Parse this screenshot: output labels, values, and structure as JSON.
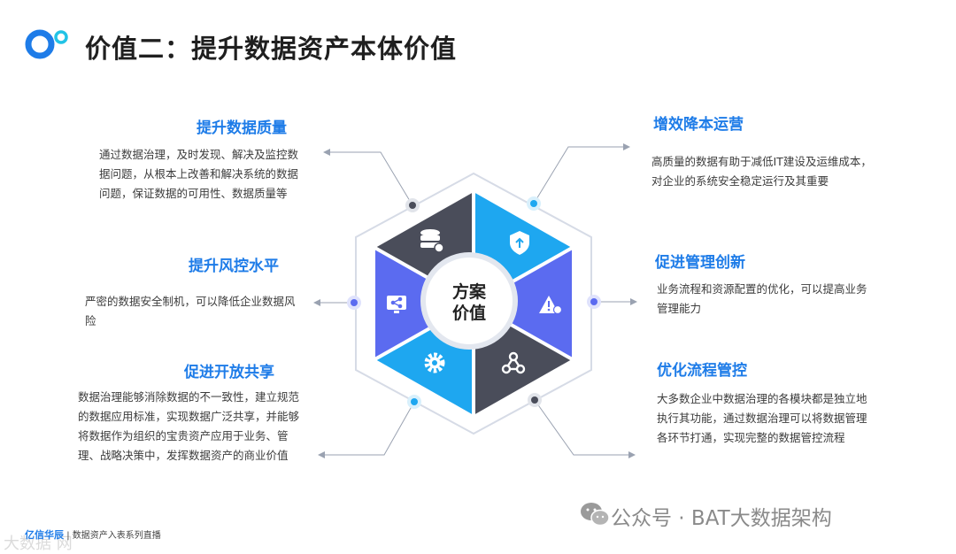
{
  "title": "价值二：提升数据资产本体价值",
  "center": {
    "line1": "方案",
    "line2": "价值"
  },
  "sections": {
    "top_left": {
      "title": "提升数据质量",
      "body": "通过数据治理，及时发现、解决及监控数据问题，从根本上改善和解决系统的数据问题，保证数据的可用性、数据质量等"
    },
    "mid_left": {
      "title": "提升风控水平",
      "body": "严密的数据安全制机，可以降低企业数据风险"
    },
    "bottom_left": {
      "title": "促进开放共享",
      "body": "数据治理能够消除数据的不一致性，建立规范的数据应用标准，实现数据广泛共享，并能够将数据作为组织的宝贵资产应用于业务、管理、战略决策中，发挥数据资产的商业价值"
    },
    "top_right": {
      "title": "增效降本运营",
      "body": "高质量的数据有助于减低IT建设及运维成本，对企业的系统安全稳定运行及其重要"
    },
    "mid_right": {
      "title": "促进管理创新",
      "body": "业务流程和资源配置的优化，可以提高业务管理能力"
    },
    "bottom_right": {
      "title": "优化流程管控",
      "body": "大多数企业中数据治理的各模块都是独立地执行其功能，通过数据治理可以将数据管理各环节打通，实现完整的数据管控流程"
    }
  },
  "watermark": "公众号 · BAT大数据架构",
  "footer": {
    "brand": "亿信华辰",
    "text": "| 数据资产入表系列直播",
    "mark": "大数据 网"
  },
  "colors": {
    "dark": "#4a4d5a",
    "blue": "#1ea7f0",
    "violet": "#5b6bf0",
    "accent": "#1e7ce8"
  },
  "icons": {
    "top_left": "database-icon",
    "top_right": "shield-upload-icon",
    "right": "warning-icon",
    "bottom_right": "network-icon",
    "bottom_left": "gear-icon",
    "left": "share-screen-icon"
  }
}
